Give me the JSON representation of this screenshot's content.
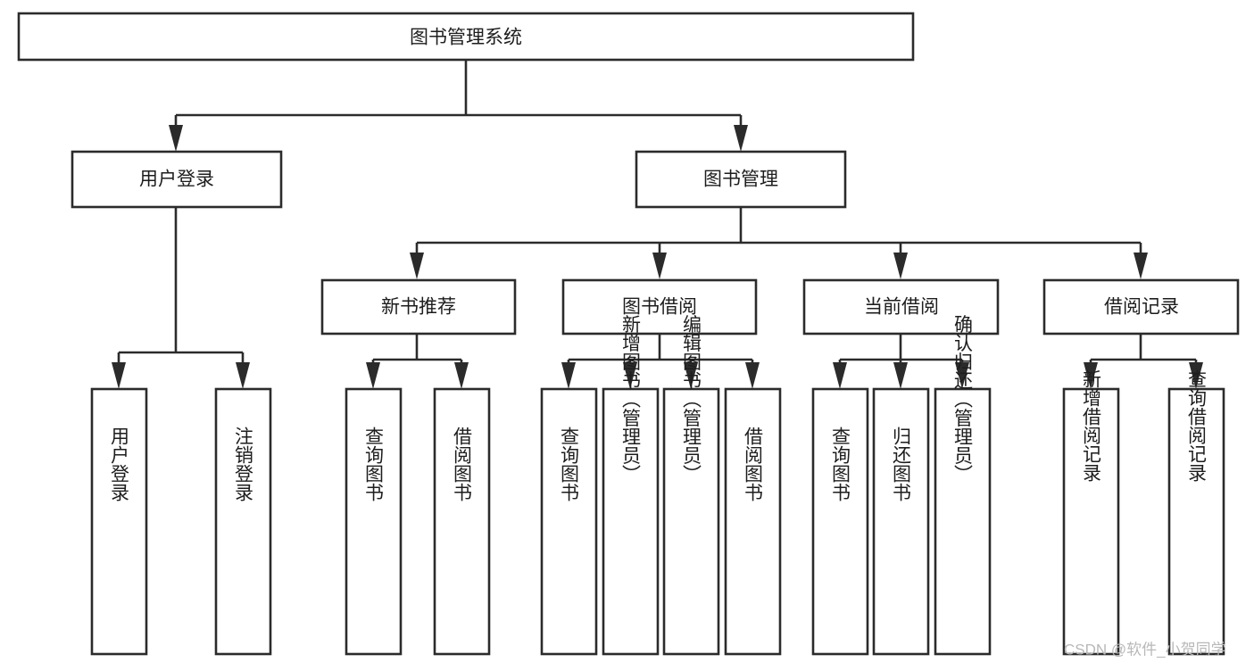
{
  "diagram": {
    "type": "tree",
    "title": "图书管理系统",
    "root": {
      "id": "root",
      "label": "图书管理系统",
      "level": 0
    },
    "level2": [
      {
        "id": "user-login",
        "label": "用户登录"
      },
      {
        "id": "book-manage",
        "label": "图书管理"
      }
    ],
    "level3": [
      {
        "id": "new-book-rec",
        "label": "新书推荐",
        "parent": "book-manage"
      },
      {
        "id": "book-borrow",
        "label": "图书借阅",
        "parent": "book-manage"
      },
      {
        "id": "current-borrow",
        "label": "当前借阅",
        "parent": "book-manage"
      },
      {
        "id": "borrow-record",
        "label": "借阅记录",
        "parent": "book-manage"
      }
    ],
    "leaves": [
      {
        "id": "leaf-user-login",
        "label": "用户登录",
        "parent": "user-login"
      },
      {
        "id": "leaf-logout",
        "label": "注销登录",
        "parent": "user-login"
      },
      {
        "id": "leaf-query-book-1",
        "label": "查询图书",
        "parent": "new-book-rec"
      },
      {
        "id": "leaf-borrow-book-1",
        "label": "借阅图书",
        "parent": "new-book-rec"
      },
      {
        "id": "leaf-query-book-2",
        "label": "查询图书",
        "parent": "book-borrow"
      },
      {
        "id": "leaf-add-book",
        "label": "新增图书（管理员）",
        "parent": "book-borrow"
      },
      {
        "id": "leaf-edit-book",
        "label": "编辑图书（管理员）",
        "parent": "book-borrow"
      },
      {
        "id": "leaf-borrow-book-2",
        "label": "借阅图书",
        "parent": "book-borrow"
      },
      {
        "id": "leaf-query-book-3",
        "label": "查询图书",
        "parent": "current-borrow"
      },
      {
        "id": "leaf-return-book",
        "label": "归还图书",
        "parent": "current-borrow"
      },
      {
        "id": "leaf-confirm-return",
        "label": "确认归还（管理员）",
        "parent": "current-borrow"
      },
      {
        "id": "leaf-add-record",
        "label": "新增借阅记录",
        "parent": "borrow-record"
      },
      {
        "id": "leaf-query-record",
        "label": "查询借阅记录",
        "parent": "borrow-record"
      }
    ],
    "colors": {
      "stroke": "#2b2b2b",
      "fill": "#ffffff",
      "text": "#1d1d1d",
      "watermark": "#b8b8b8"
    }
  },
  "watermark": {
    "label": "CSDN @软件_小贺同学"
  }
}
